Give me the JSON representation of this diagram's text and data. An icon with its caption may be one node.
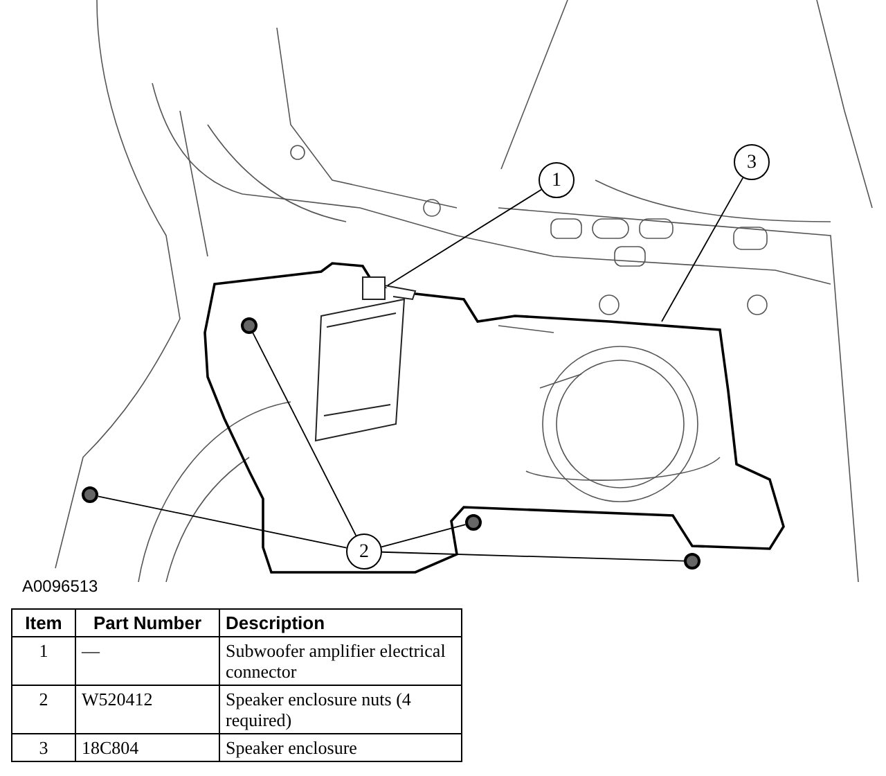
{
  "diagram": {
    "nodes": [
      {
        "text": [
          "1"
        ]
      },
      {
        "text": [
          "2"
        ]
      },
      {
        "text": [
          "3"
        ]
      },
      {
        "text": [],
        "shape": "circle"
      },
      {
        "text": [],
        "shape": "circle"
      },
      {
        "text": [],
        "shape": "circle"
      },
      {
        "text": [],
        "shape": "circle"
      }
    ],
    "edges": [
      {
        "from": 0,
        "to": null,
        "arrow": "none"
      },
      {
        "from": 1,
        "to": 3,
        "arrow": "none"
      },
      {
        "from": 1,
        "to": 4,
        "arrow": "none"
      },
      {
        "from": 1,
        "to": 5,
        "arrow": "none"
      },
      {
        "from": 1,
        "to": 6,
        "arrow": "none"
      },
      {
        "from": 2,
        "to": null,
        "arrow": "none"
      }
    ],
    "labels": [
      "A0096513",
      "Item",
      "Part Number",
      "Description",
      "1",
      "—",
      "Subwoofer amplifier electrical connector",
      "2",
      "W520412",
      "Speaker enclosure nuts (4 required)",
      "3",
      "18C804",
      "Speaker enclosure"
    ]
  }
}
